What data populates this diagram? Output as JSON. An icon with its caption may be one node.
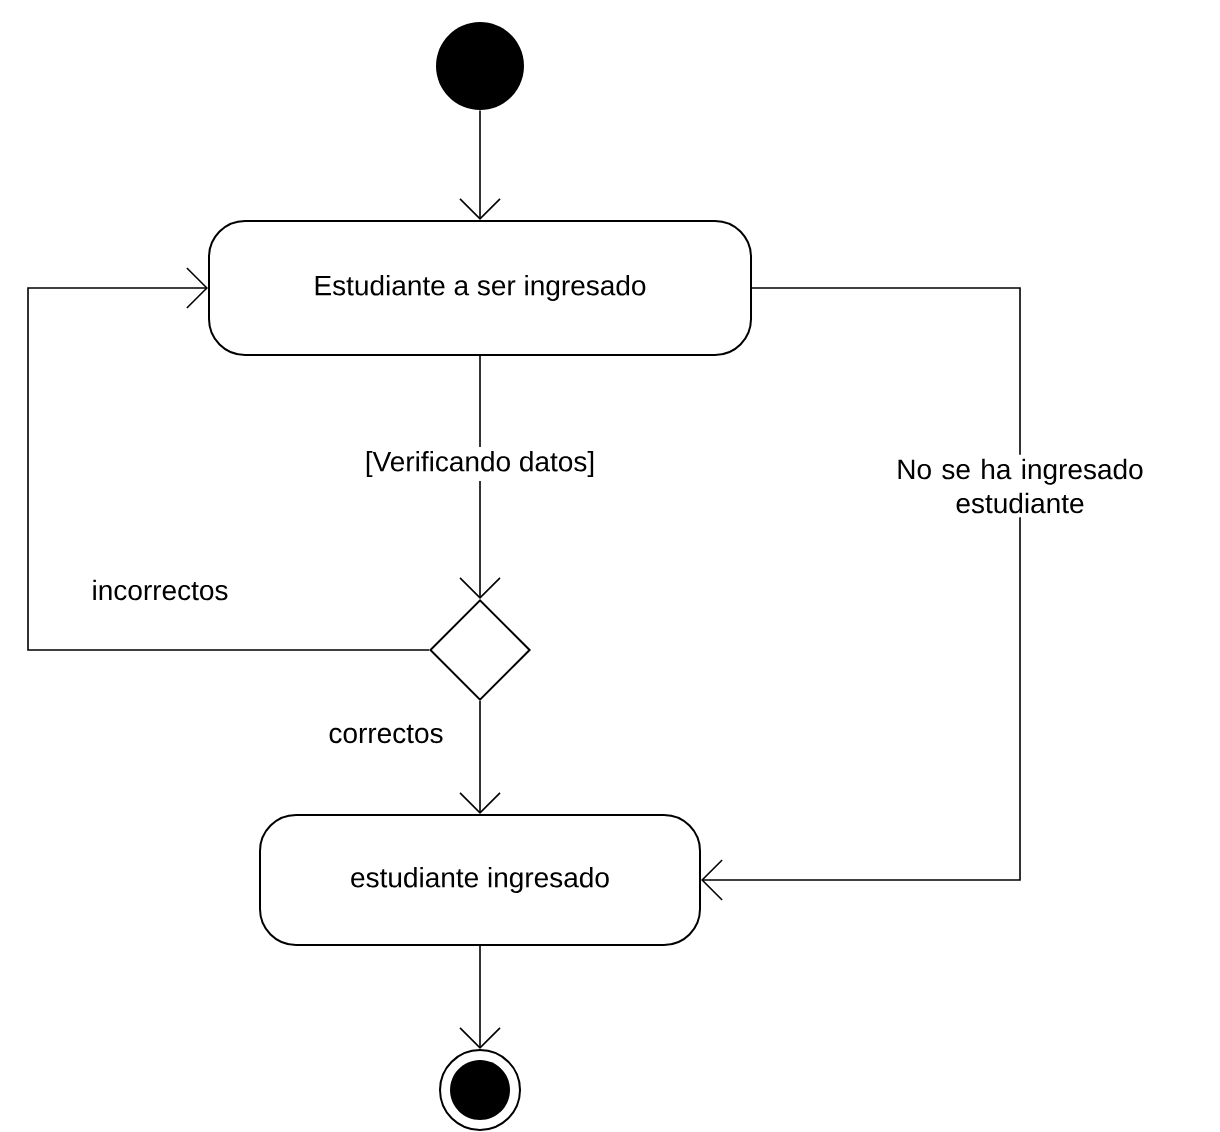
{
  "diagram": {
    "nodes": [
      {
        "text": [],
        "shape": "circle"
      },
      {
        "text": [
          "Estudiante a ser ingresado"
        ]
      },
      {
        "text": [],
        "shape": "diamond"
      },
      {
        "text": [
          "estudiante ingresado"
        ]
      },
      {
        "text": [],
        "shape": "circle"
      }
    ],
    "edges": [
      {
        "from": 0,
        "to": 1,
        "arrow": "to"
      },
      {
        "from": 1,
        "to": 2,
        "arrow": "to",
        "label": "[Verificando datos]"
      },
      {
        "from": 2,
        "to": 1,
        "arrow": "to",
        "label": "incorrectos"
      },
      {
        "from": 2,
        "to": 3,
        "arrow": "to",
        "label": "correctos"
      },
      {
        "from": 1,
        "to": 3,
        "arrow": "to",
        "label": "No se ha ingresado estudiante"
      },
      {
        "from": 3,
        "to": 4,
        "arrow": "to"
      }
    ]
  }
}
